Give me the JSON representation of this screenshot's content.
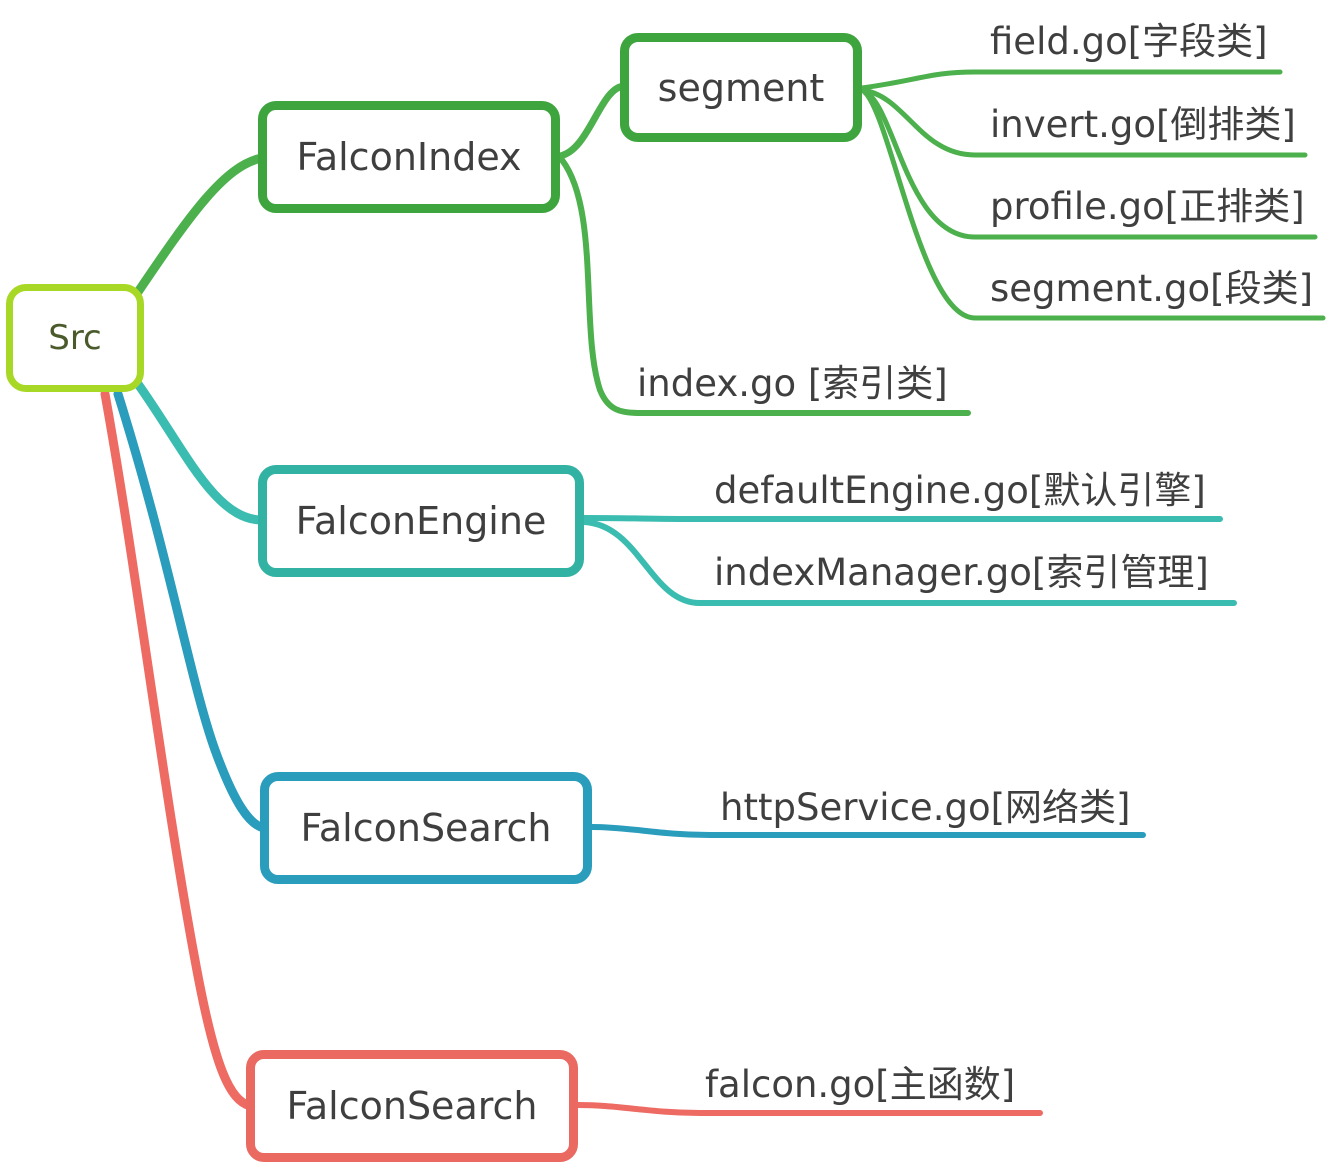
{
  "root": {
    "label": "Src",
    "color": "#a8d826"
  },
  "branches": [
    {
      "label": "FalconIndex",
      "color": "#3ea43e",
      "line_color": "#4cb04c",
      "children": [
        {
          "label": "segment",
          "children": [
            {
              "label": "field.go[字段类]"
            },
            {
              "label": "invert.go[倒排类]"
            },
            {
              "label": "profile.go[正排类]"
            },
            {
              "label": "segment.go[段类]"
            }
          ]
        },
        {
          "label": "index.go [索引类]"
        }
      ]
    },
    {
      "label": "FalconEngine",
      "color": "#32b2a2",
      "line_color": "#3bbcb0",
      "children": [
        {
          "label": "defaultEngine.go[默认引擎]"
        },
        {
          "label": "indexManager.go[索引管理]"
        }
      ]
    },
    {
      "label": "FalconSearch",
      "color": "#2a9cbc",
      "line_color": "#2a9cbc",
      "children": [
        {
          "label": "httpService.go[网络类]"
        }
      ]
    },
    {
      "label": "FalconSearch",
      "color": "#ea6a62",
      "line_color": "#ee6b63",
      "children": [
        {
          "label": "falcon.go[主函数]"
        }
      ]
    }
  ]
}
